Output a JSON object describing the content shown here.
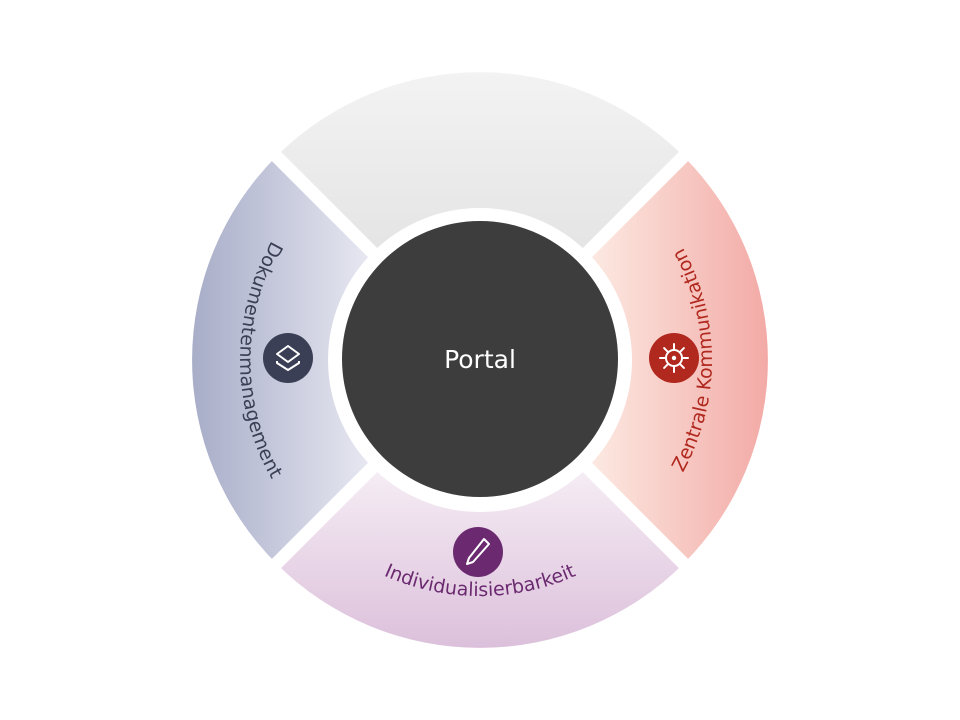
{
  "center": {
    "label": "Portal",
    "color": "#3d3d3d"
  },
  "segments": {
    "top": {
      "label": ""
    },
    "left": {
      "label": "Dokumentenmanagement",
      "icon": "layers-icon",
      "color": "#3a3f55"
    },
    "right": {
      "label": "Zentrale Kommunikation",
      "icon": "ship-wheel-icon",
      "color": "#b0281e"
    },
    "bottom": {
      "label": "Individualisierbarkeit",
      "icon": "pencil-icon",
      "color": "#6b2a70"
    }
  }
}
